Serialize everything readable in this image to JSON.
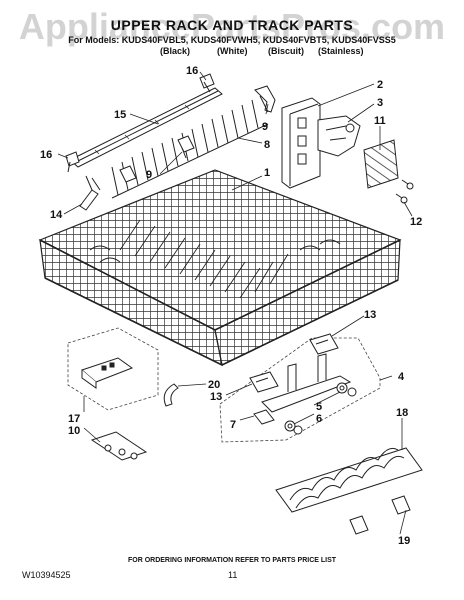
{
  "watermark": "AppliancePartsPros.com",
  "title": "UPPER RACK AND TRACK PARTS",
  "models_line": "For Models: KUDS40FVBL5, KUDS40FVWH5, KUDS40FVBT5, KUDS40FVSS5",
  "finishes": [
    "(Black)",
    "(White)",
    "(Biscuit)",
    "(Stainless)"
  ],
  "callouts": {
    "c16a": "16",
    "c15": "15",
    "c9a": "9",
    "c2": "2",
    "c3": "3",
    "c11": "11",
    "c16b": "16",
    "c8": "8",
    "c9b": "9",
    "c1": "1",
    "c14": "14",
    "c12": "12",
    "c13a": "13",
    "c4": "4",
    "c20": "20",
    "c13b": "13",
    "c17": "17",
    "c10": "10",
    "c5": "5",
    "c6": "6",
    "c7": "7",
    "c18": "18",
    "c19": "19"
  },
  "footer_note": "FOR ORDERING INFORMATION REFER TO PARTS PRICE LIST",
  "doc_number": "W10394525",
  "page_number": "11"
}
